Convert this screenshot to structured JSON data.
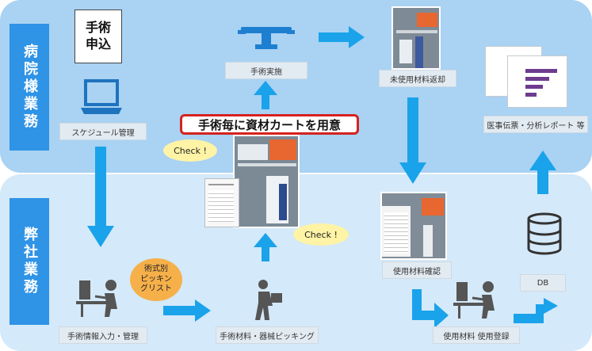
{
  "lanes": {
    "hospital": "病院様業務",
    "company": "弊社業務"
  },
  "nodes": {
    "surgery_request": "手術\n申込",
    "schedule": "スケジュール管理",
    "surgery": "手術実施",
    "return": "未使用材料返却",
    "reports": "医事伝票・分析レポート 等",
    "info_input": "手術情報入力・管理",
    "picking": "手術材料・器械ピッキング",
    "used_check": "使用材料確認",
    "registration": "使用材料 使用登録",
    "db": "DB"
  },
  "banner": "手術毎に資材カートを用意",
  "bubbles": {
    "check1": "Check !",
    "check2": "Check !"
  },
  "picking_list": [
    "術式別",
    "ピッキン",
    "グリスト"
  ],
  "colors": {
    "top_lane": "#a9d2f3",
    "bottom_lane": "#d4e9f9",
    "label_blue": "#2f93e6",
    "arrow": "#1aa3ea",
    "banner_border": "#d6221e",
    "bubble": "#fff3a6",
    "orange": "#f6b04a"
  }
}
